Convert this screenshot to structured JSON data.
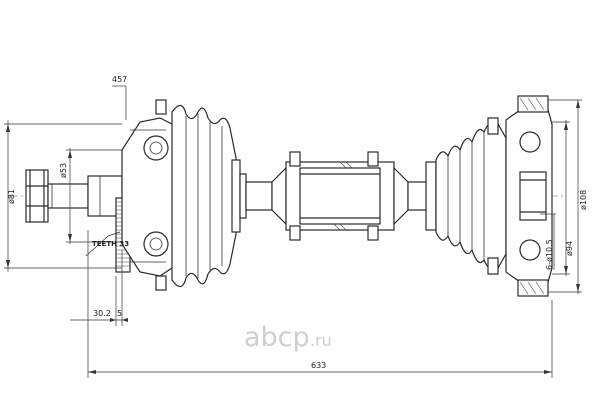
{
  "dimensions": {
    "d457": "457",
    "d81": "ø81",
    "d53": "ø53",
    "teeth": "TEETH 33",
    "d302": "30.2",
    "d5": "5",
    "d633": "633",
    "d108": "ø108",
    "d6105": "6-ø10.5",
    "d94": "ø94"
  },
  "watermark": {
    "brand": "abcp",
    "tld": ".ru"
  }
}
